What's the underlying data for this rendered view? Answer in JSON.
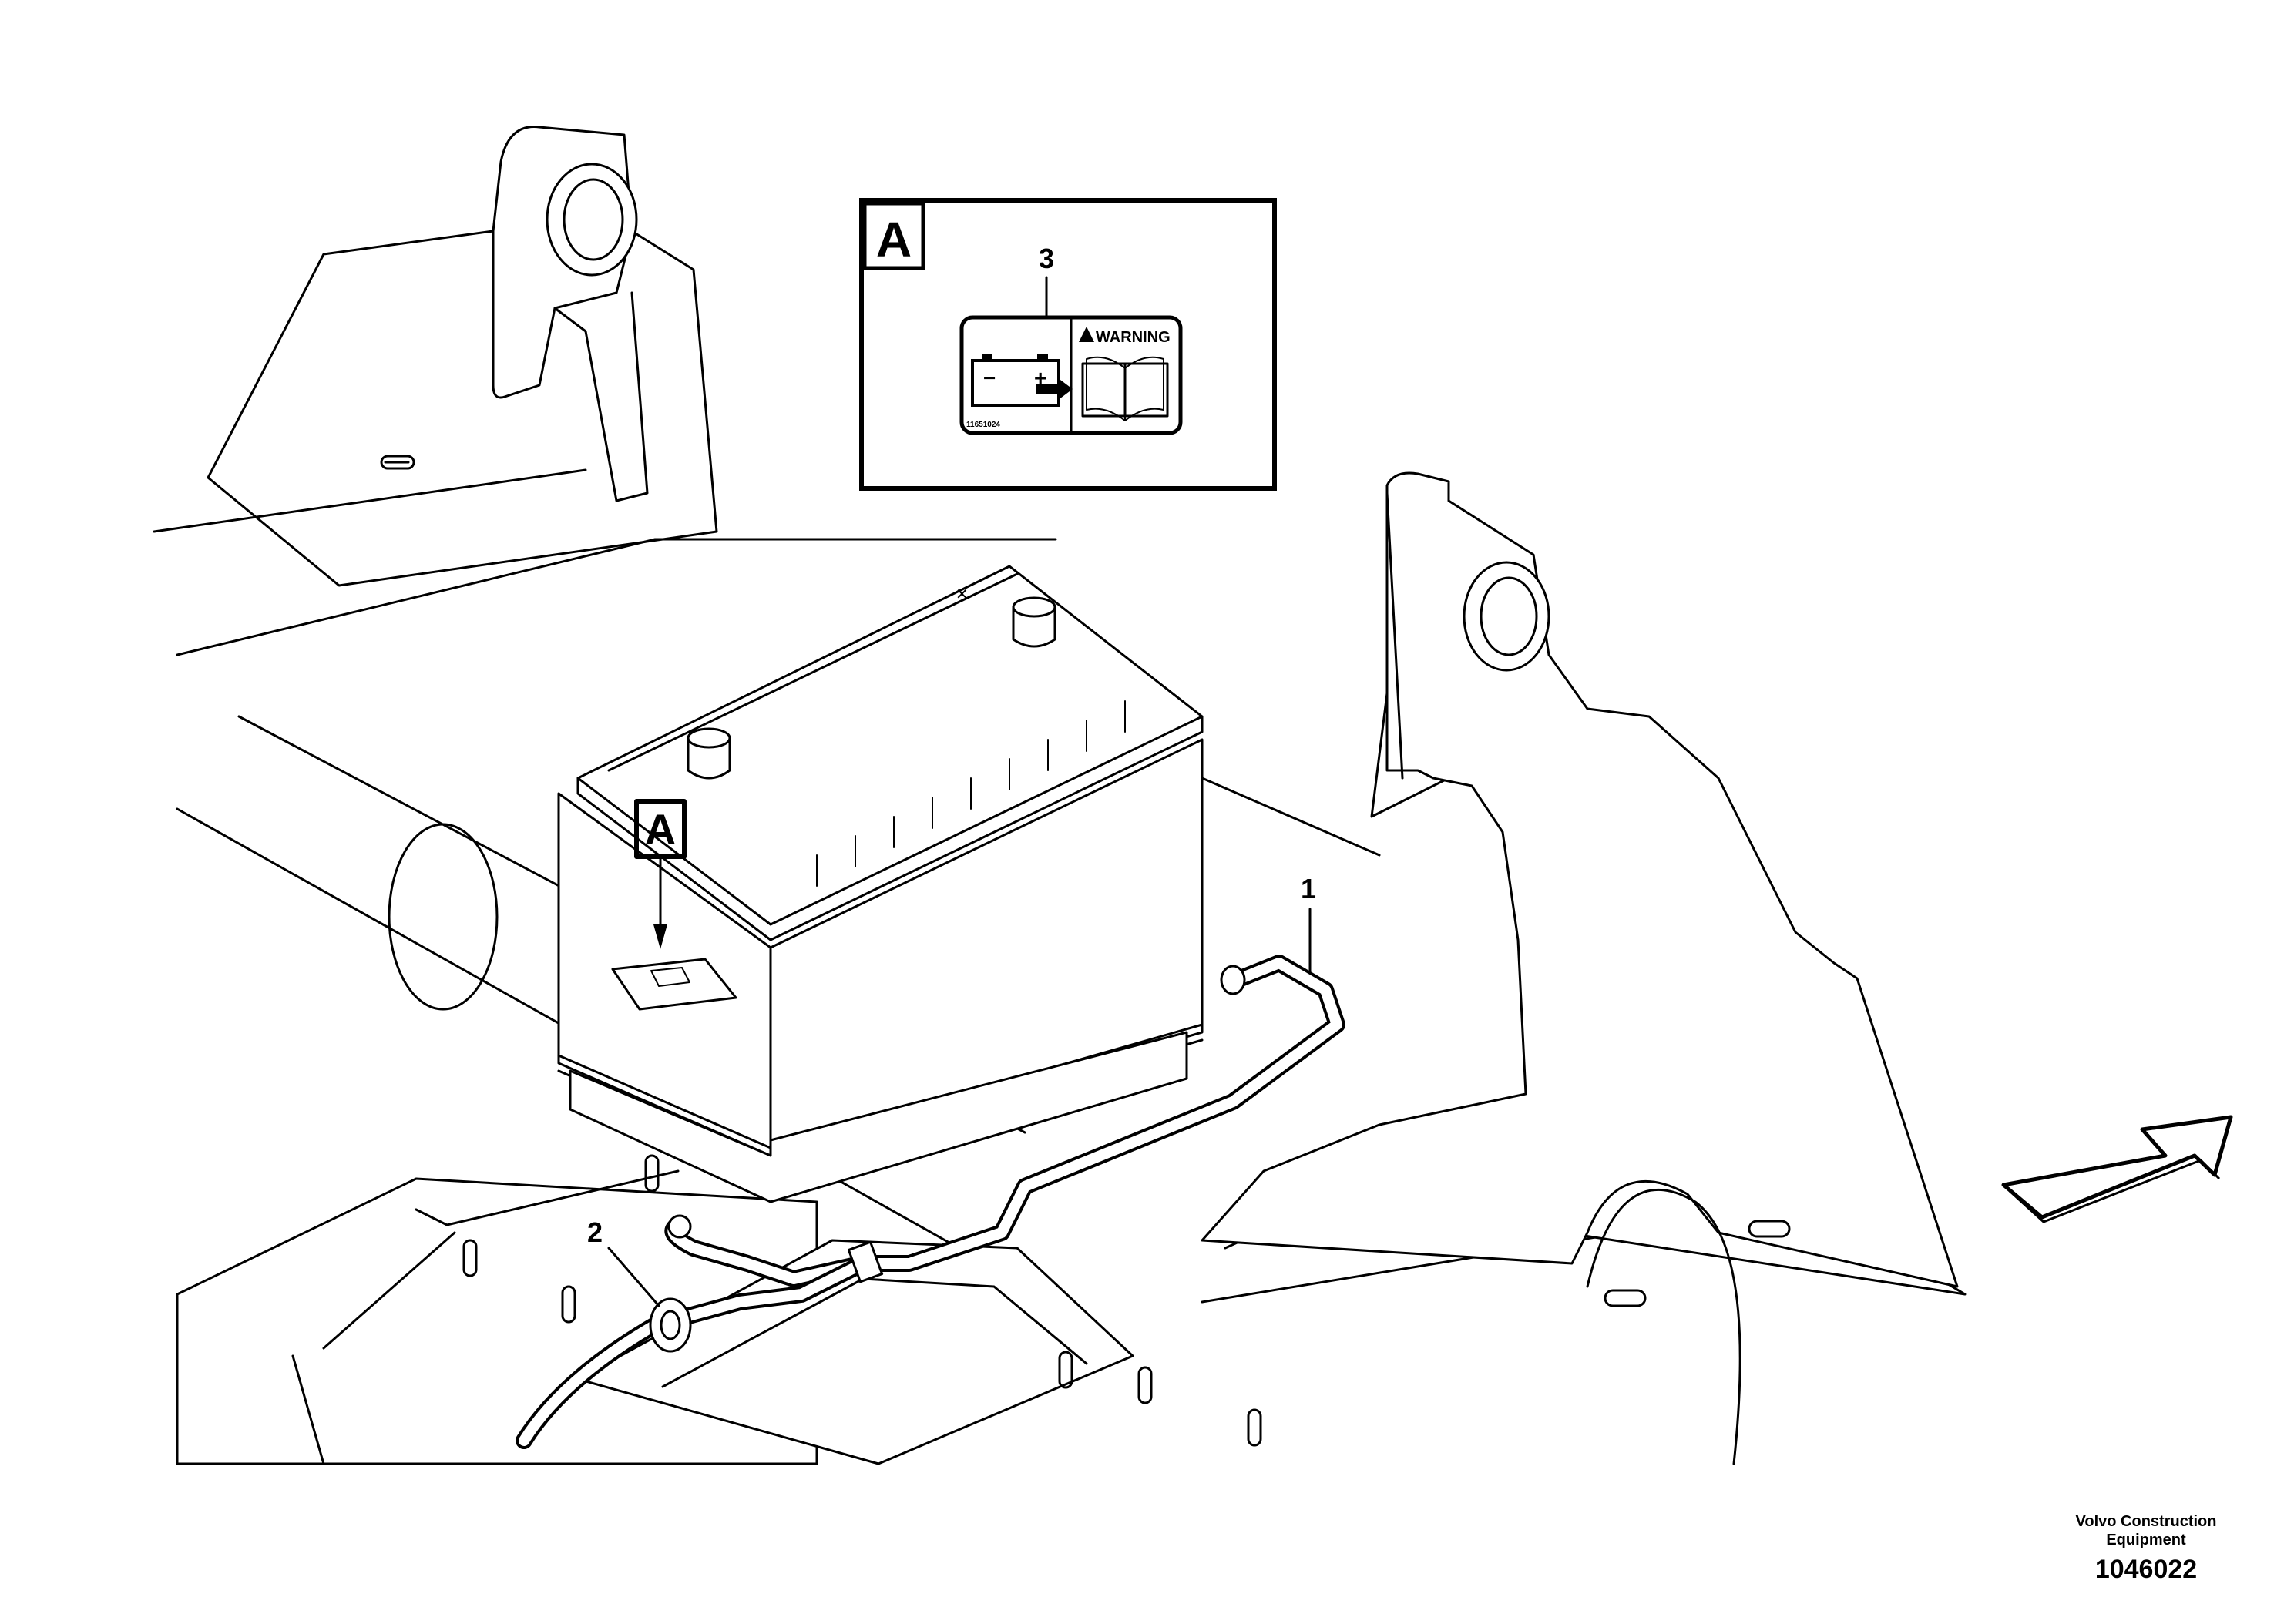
{
  "callouts": {
    "item_1": "1",
    "item_2": "2",
    "item_3": "3"
  },
  "detail": {
    "view_letter": "A",
    "decal_warning": "WARNING",
    "decal_part_no": "11651024",
    "decal_minus": "−",
    "decal_plus": "+"
  },
  "battery_marker": "A",
  "footer": {
    "brand_line1": "Volvo Construction",
    "brand_line2": "Equipment",
    "doc_number": "1046022"
  }
}
